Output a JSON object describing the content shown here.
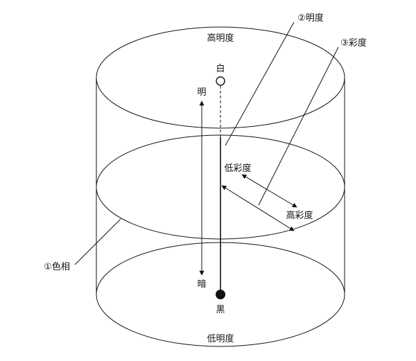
{
  "colors": {
    "stroke": "#111111",
    "background": "#ffffff"
  },
  "labels": {
    "high_lightness": "高明度",
    "low_lightness": "低明度",
    "white": "白",
    "black": "黒",
    "bright": "明",
    "dark": "暗",
    "low_saturation": "低彩度",
    "high_saturation": "高彩度",
    "lightness_callout": "②明度",
    "saturation_callout": "③彩度",
    "hue_callout": "①色相"
  }
}
